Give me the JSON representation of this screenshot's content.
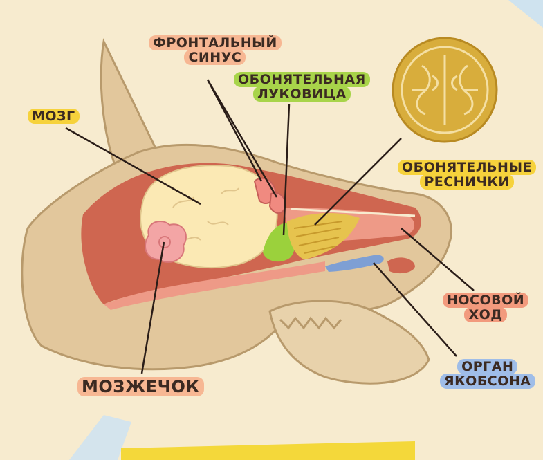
{
  "labels": {
    "frontal_sinus": [
      "ФРОНТАЛЬНЫЙ",
      "СИНУС"
    ],
    "olfactory_bulb": [
      "ОБОНЯТЕЛЬНАЯ",
      "ЛУКОВИЦА"
    ],
    "brain": "МОЗГ",
    "olfactory_cilia": [
      "ОБОНЯТЕЛЬНЫЕ",
      "РЕСНИЧКИ"
    ],
    "nasal_passage": [
      "НОСОВОЙ",
      "ХОД"
    ],
    "vomeronasal_organ": [
      "ОРГАН",
      "ЯКОБСОНА"
    ],
    "cerebellum": "МОЗЖЕЧОК"
  },
  "colors": {
    "background": "#f7ebcf",
    "head": "#e2c79c",
    "outline": "#b89a6c",
    "tissue_dark": "#cf6650",
    "tissue_light": "#ee9a87",
    "brain": "#fbe9b4",
    "cerebellum": "#f3a5a5",
    "bulb": "#9bd13c",
    "cilia": "#e6c34e",
    "vomeronasal": "#7e9fd4",
    "sinus": "#f08a80",
    "medallion": "#d8ad3c",
    "highlight_orange": "#f7b793",
    "highlight_green": "#a8d44a",
    "highlight_yellow": "#f6d23c",
    "highlight_salmon": "#f29a7d",
    "highlight_blue": "#9fbde8",
    "leader_line": "#2a1d18"
  }
}
